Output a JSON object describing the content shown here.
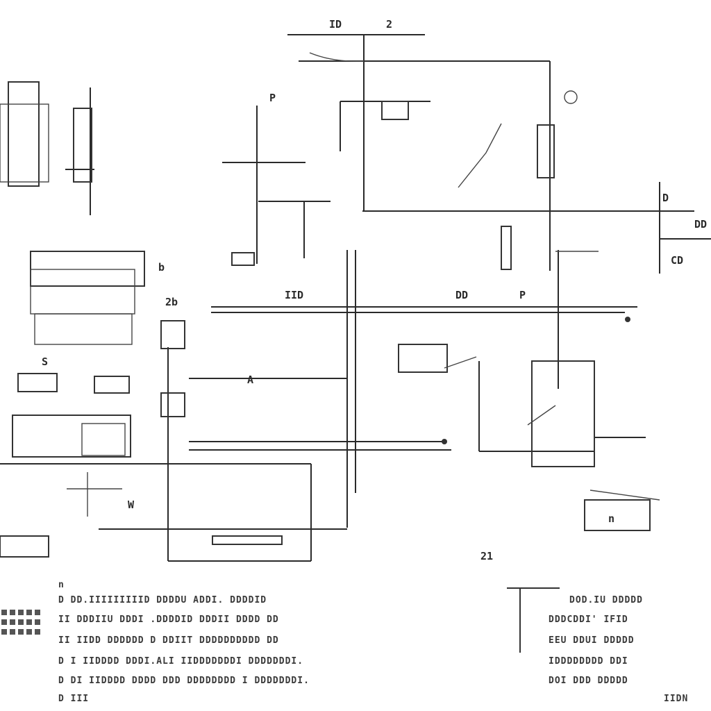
{
  "diagram": {
    "labels": [
      {
        "id": "lbl-top-a",
        "text": "ID"
      },
      {
        "id": "lbl-top-b",
        "text": "2"
      },
      {
        "id": "lbl-p1",
        "text": "P"
      },
      {
        "id": "lbl-mid-a",
        "text": "IID"
      },
      {
        "id": "lbl-mid-b",
        "text": "DD"
      },
      {
        "id": "lbl-mid-c",
        "text": "P"
      },
      {
        "id": "lbl-left-2b",
        "text": "2b"
      },
      {
        "id": "lbl-left-b",
        "text": "b"
      },
      {
        "id": "lbl-right-d",
        "text": "D"
      },
      {
        "id": "lbl-right-dd",
        "text": "DD"
      },
      {
        "id": "lbl-right-cd",
        "text": "CD"
      },
      {
        "id": "lbl-bottom-21",
        "text": "21"
      },
      {
        "id": "lbl-bottom-n",
        "text": "n"
      },
      {
        "id": "lbl-a1",
        "text": "A"
      },
      {
        "id": "lbl-s1",
        "text": "S"
      },
      {
        "id": "lbl-w1",
        "text": "W"
      }
    ]
  },
  "notes": {
    "col1_marker": "n",
    "lines": [
      "D  DD.IIIIIIIIID  DDDDU  ADDI.  DDDDID",
      "II  DDDIIU DDDI  .DDDDID  DDDII DDDD DD",
      "II  IIDD DDDDDD  D  DDIIT  DDDDDDDDDD  DD",
      "D I  IIDDDD DDDI.ALI IIDDDDDDDI DDDDDDDI.",
      "D DI  IIDDDD DDDD DDD  DDDDDDDD I DDDDDDDI.",
      "D   III"
    ],
    "right_lines": [
      "DOD.IU  DDDDD",
      "DDDCDDI' IFID",
      "EEU DDUI  DDDDD",
      "IDDDDDDDD  DDI",
      "DOI  DDD  DDDDD",
      "IIDN"
    ]
  }
}
